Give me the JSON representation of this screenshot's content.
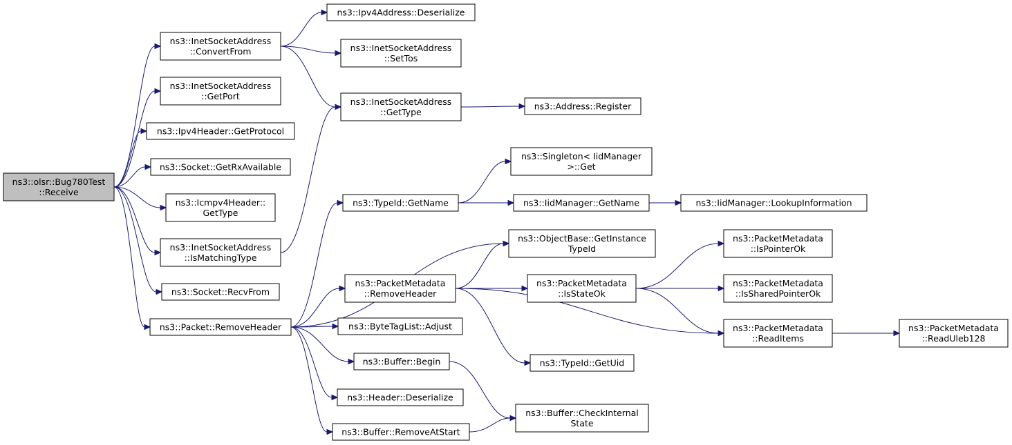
{
  "colors": {
    "edge": "#191970",
    "root_fill": "#bfbfbf",
    "node_fill": "#ffffff",
    "border": "#000000"
  },
  "nodes": [
    {
      "id": "n0",
      "lines": [
        "ns3::olsr::Bug780Test",
        "::Receive"
      ],
      "root": true
    },
    {
      "id": "n1",
      "lines": [
        "ns3::InetSocketAddress",
        "::ConvertFrom"
      ]
    },
    {
      "id": "n2",
      "lines": [
        "ns3::InetSocketAddress",
        "::GetPort"
      ]
    },
    {
      "id": "n3",
      "lines": [
        "ns3::Ipv4Header::GetProtocol"
      ]
    },
    {
      "id": "n4",
      "lines": [
        "ns3::Socket::GetRxAvailable"
      ]
    },
    {
      "id": "n5",
      "lines": [
        "ns3::Icmpv4Header::",
        "GetType"
      ]
    },
    {
      "id": "n6",
      "lines": [
        "ns3::InetSocketAddress",
        "::IsMatchingType"
      ]
    },
    {
      "id": "n7",
      "lines": [
        "ns3::Socket::RecvFrom"
      ]
    },
    {
      "id": "n8",
      "lines": [
        "ns3::Packet::RemoveHeader"
      ]
    },
    {
      "id": "n9",
      "lines": [
        "ns3::Ipv4Address::Deserialize"
      ]
    },
    {
      "id": "n10",
      "lines": [
        "ns3::InetSocketAddress",
        "::SetTos"
      ]
    },
    {
      "id": "n11",
      "lines": [
        "ns3::InetSocketAddress",
        "::GetType"
      ]
    },
    {
      "id": "n12",
      "lines": [
        "ns3::Address::Register"
      ]
    },
    {
      "id": "n13",
      "lines": [
        "ns3::TypeId::GetName"
      ]
    },
    {
      "id": "n14",
      "lines": [
        "ns3::Singleton< IidManager",
        ">::Get"
      ]
    },
    {
      "id": "n15",
      "lines": [
        "ns3::IidManager::GetName"
      ]
    },
    {
      "id": "n16",
      "lines": [
        "ns3::IidManager::LookupInformation"
      ]
    },
    {
      "id": "n17",
      "lines": [
        "ns3::ObjectBase::GetInstance",
        "TypeId"
      ]
    },
    {
      "id": "n18",
      "lines": [
        "ns3::PacketMetadata",
        "::RemoveHeader"
      ]
    },
    {
      "id": "n19",
      "lines": [
        "ns3::PacketMetadata",
        "::IsStateOk"
      ]
    },
    {
      "id": "n20",
      "lines": [
        "ns3::PacketMetadata",
        "::IsPointerOk"
      ]
    },
    {
      "id": "n21",
      "lines": [
        "ns3::PacketMetadata",
        "::IsSharedPointerOk"
      ]
    },
    {
      "id": "n22",
      "lines": [
        "ns3::PacketMetadata",
        "::ReadItems"
      ]
    },
    {
      "id": "n23",
      "lines": [
        "ns3::PacketMetadata",
        "::ReadUleb128"
      ]
    },
    {
      "id": "n24",
      "lines": [
        "ns3::TypeId::GetUid"
      ]
    },
    {
      "id": "n25",
      "lines": [
        "ns3::ByteTagList::Adjust"
      ]
    },
    {
      "id": "n26",
      "lines": [
        "ns3::Buffer::Begin"
      ]
    },
    {
      "id": "n27",
      "lines": [
        "ns3::Header::Deserialize"
      ]
    },
    {
      "id": "n28",
      "lines": [
        "ns3::Buffer::RemoveAtStart"
      ]
    },
    {
      "id": "n29",
      "lines": [
        "ns3::Buffer::CheckInternal",
        "State"
      ]
    }
  ],
  "edges": [
    [
      "n0",
      "n1"
    ],
    [
      "n0",
      "n2"
    ],
    [
      "n0",
      "n3"
    ],
    [
      "n0",
      "n4"
    ],
    [
      "n0",
      "n5"
    ],
    [
      "n0",
      "n6"
    ],
    [
      "n0",
      "n7"
    ],
    [
      "n0",
      "n8"
    ],
    [
      "n1",
      "n9"
    ],
    [
      "n1",
      "n10"
    ],
    [
      "n1",
      "n11"
    ],
    [
      "n11",
      "n12"
    ],
    [
      "n6",
      "n11"
    ],
    [
      "n8",
      "n13"
    ],
    [
      "n8",
      "n17"
    ],
    [
      "n8",
      "n18"
    ],
    [
      "n8",
      "n25"
    ],
    [
      "n8",
      "n26"
    ],
    [
      "n8",
      "n27"
    ],
    [
      "n8",
      "n28"
    ],
    [
      "n13",
      "n14"
    ],
    [
      "n13",
      "n15"
    ],
    [
      "n15",
      "n16"
    ],
    [
      "n18",
      "n17"
    ],
    [
      "n18",
      "n19"
    ],
    [
      "n18",
      "n22"
    ],
    [
      "n18",
      "n24"
    ],
    [
      "n19",
      "n20"
    ],
    [
      "n19",
      "n21"
    ],
    [
      "n19",
      "n22"
    ],
    [
      "n22",
      "n23"
    ],
    [
      "n26",
      "n29"
    ],
    [
      "n28",
      "n29"
    ]
  ]
}
